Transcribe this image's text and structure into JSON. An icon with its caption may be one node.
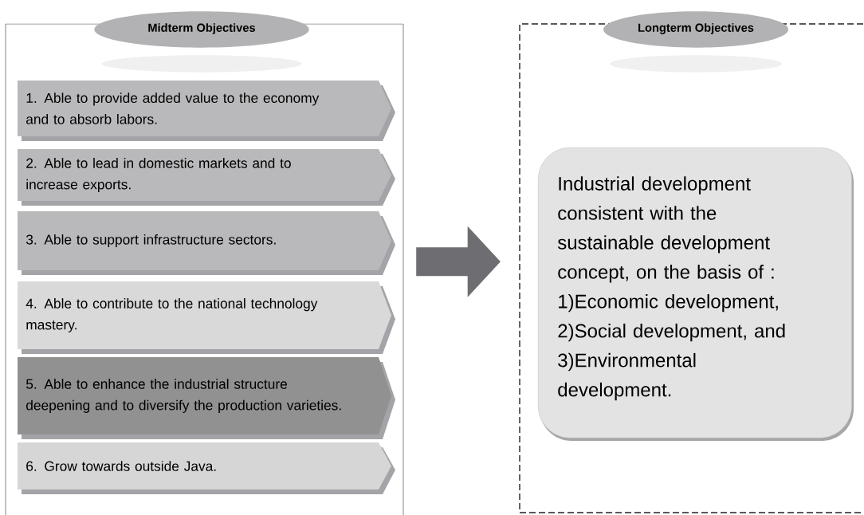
{
  "diagram": {
    "nodes": [
      {
        "text": [
          "Midterm Objectives"
        ]
      },
      {
        "text": [
          "1. Able to provide added value to the economy and to absorb labors."
        ],
        "in": 0
      },
      {
        "text": [
          "2. Able to lead in domestic markets and to increase exports."
        ],
        "in": 0
      },
      {
        "text": [
          "3. Able to support infrastructure sectors."
        ],
        "in": 0
      },
      {
        "text": [
          "4. Able to contribute to the national technology mastery."
        ],
        "in": 0
      },
      {
        "text": [
          "5. Able to enhance the industrial structure deepening and to diversify the production varieties."
        ],
        "in": 0
      },
      {
        "text": [
          "6. Grow towards outside Java."
        ],
        "in": 0
      },
      {
        "text": [
          "Longterm Objectives"
        ]
      },
      {
        "text": [
          "Industrial development consistent with the sustainable development concept, on the basis of :",
          "1)Economic development,",
          "2)Social development, and",
          "3)Environmental development."
        ],
        "in": 7
      }
    ],
    "edges": [
      {
        "from": 0,
        "to": 7,
        "arrow": "to"
      }
    ]
  }
}
